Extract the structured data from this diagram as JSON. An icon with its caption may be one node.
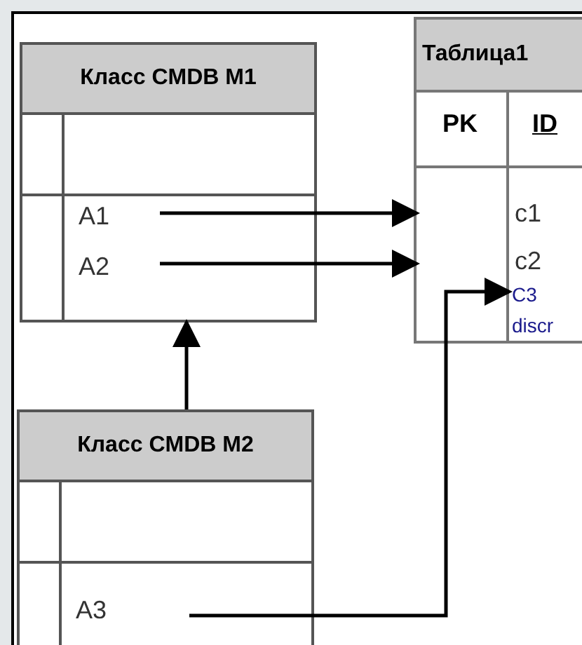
{
  "diagram": {
    "nodes": [
      {
        "text": [
          "Класс CMDB M1"
        ]
      },
      {
        "text": [
          "A1"
        ],
        "in": 0
      },
      {
        "text": [
          "A2"
        ],
        "in": 0
      },
      {
        "text": [
          "Таблица1"
        ]
      },
      {
        "text": [
          "c1"
        ],
        "in": 3
      },
      {
        "text": [
          "c2"
        ],
        "in": 3
      },
      {
        "text": [
          "C3"
        ],
        "in": 3
      },
      {
        "text": [
          "discr"
        ],
        "in": 3
      },
      {
        "text": [
          "Класс CMDB M2"
        ]
      },
      {
        "text": [
          "A3"
        ],
        "in": 8
      }
    ],
    "edges": [
      {
        "from": 1,
        "to": 4,
        "arrow": "to"
      },
      {
        "from": 2,
        "to": 5,
        "arrow": "to"
      },
      {
        "from": 9,
        "to": 6,
        "arrow": "to"
      },
      {
        "from": 8,
        "to": 0,
        "arrow": "to"
      }
    ],
    "labels": [
      "PK",
      "ID"
    ]
  }
}
